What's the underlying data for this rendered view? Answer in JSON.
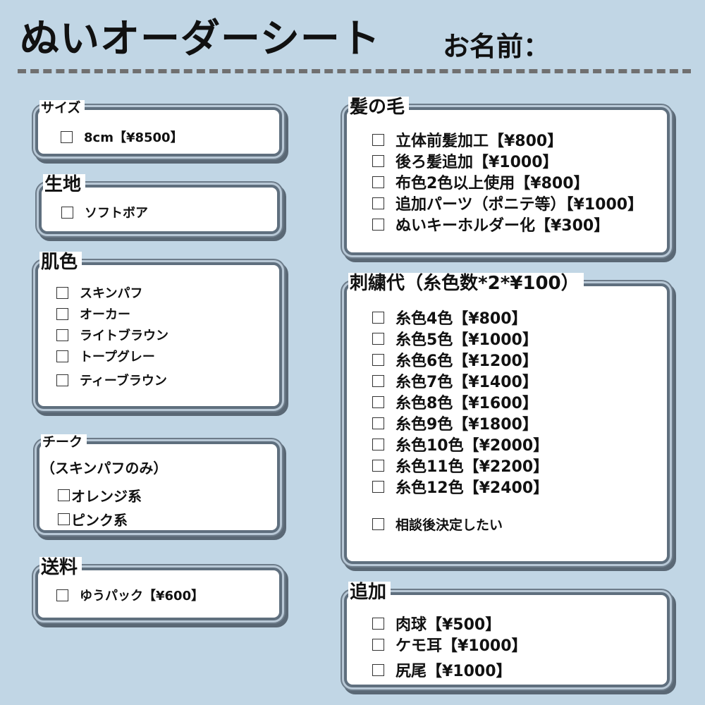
{
  "header": {
    "title": "ぬいオーダーシート",
    "name_label": "お名前："
  },
  "sections": {
    "size": {
      "label": "サイズ",
      "items": [
        "8cm【¥8500】"
      ]
    },
    "fabric": {
      "label": "生地",
      "items": [
        "ソフトボア"
      ]
    },
    "skin": {
      "label": "肌色",
      "items": [
        "スキンパフ",
        "オーカー",
        "ライトブラウン",
        "トープグレー",
        "ティーブラウン"
      ]
    },
    "cheek": {
      "label": "チーク",
      "note": "（スキンパフのみ）",
      "items": [
        "オレンジ系",
        "ピンク系"
      ]
    },
    "shipping": {
      "label": "送料",
      "items": [
        "ゆうパック【¥600】"
      ]
    },
    "hair": {
      "label": "髪の毛",
      "items": [
        "立体前髪加工【¥800】",
        "後ろ髪追加【¥1000】",
        "布色2色以上使用【¥800】",
        "追加パーツ（ポニテ等）【¥1000】",
        "ぬいキーホルダー化【¥300】"
      ]
    },
    "embroidery": {
      "label": "刺繍代（糸色数*2*¥100）",
      "items": [
        "糸色4色【¥800】",
        "糸色5色【¥1000】",
        "糸色6色【¥1200】",
        "糸色7色【¥1400】",
        "糸色8色【¥1600】",
        "糸色9色【¥1800】",
        "糸色10色【¥2000】",
        "糸色11色【¥2200】",
        "糸色12色【¥2400】"
      ],
      "consult": "相談後決定したい"
    },
    "extra": {
      "label": "追加",
      "items": [
        "肉球【¥500】",
        "ケモ耳【¥1000】",
        "尻尾【¥1000】"
      ]
    }
  }
}
